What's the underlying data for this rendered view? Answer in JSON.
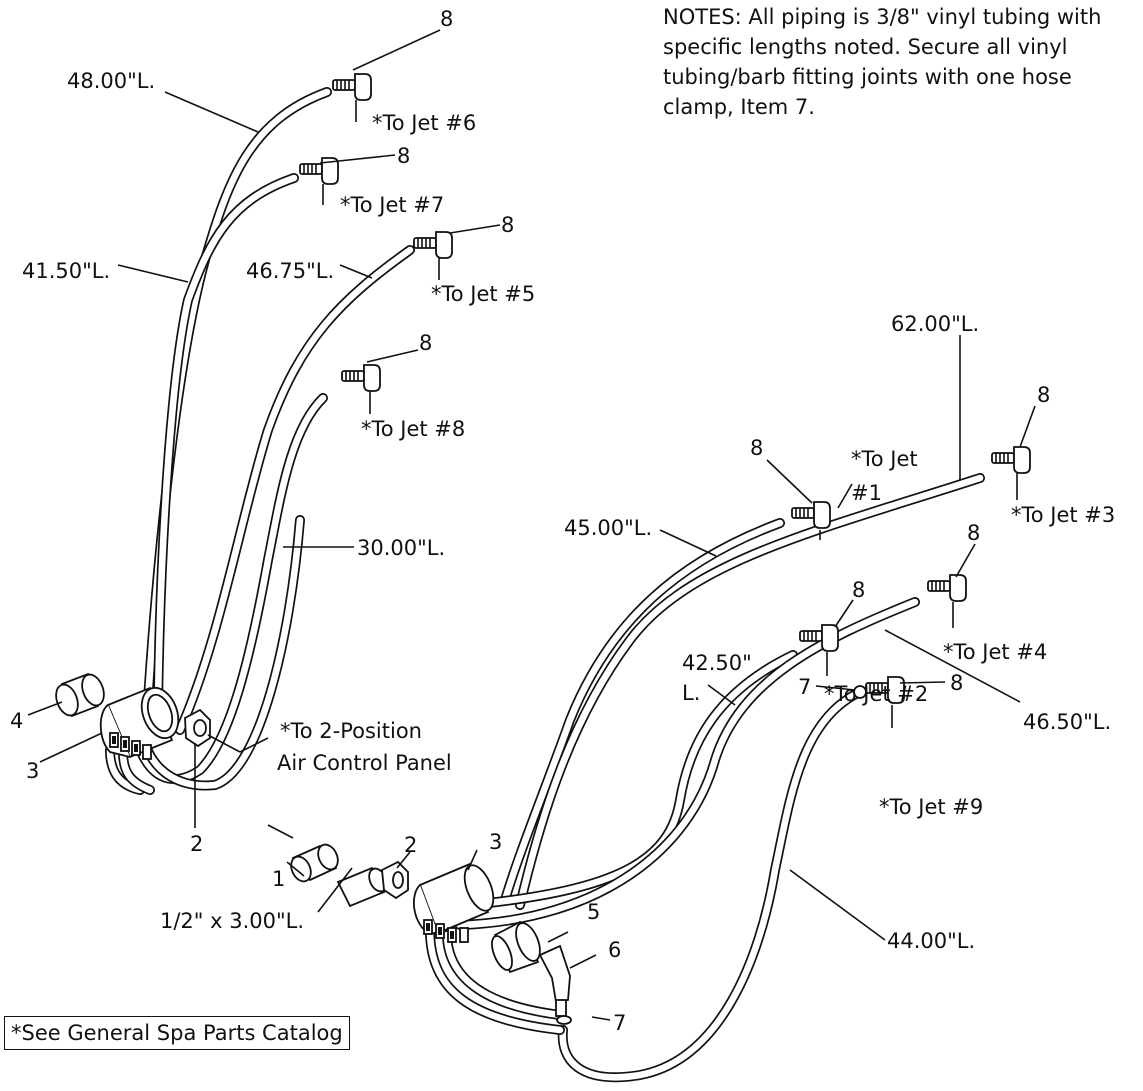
{
  "notes": "NOTES:  All piping is 3/8\" vinyl tubing with specific lengths noted.  Secure all vinyl tubing/barb fitting joints with one hose clamp, Item 7.",
  "catalog_note": "*See General Spa Parts Catalog",
  "labels": {
    "len_48": "48.00\"L.",
    "len_41_50": "41.50\"L.",
    "len_46_75": "46.75\"L.",
    "len_30": "30.00\"L.",
    "len_62": "62.00\"L.",
    "len_45": "45.00\"L.",
    "len_42_50_a": "42.50\"",
    "len_42_50_b": "L.",
    "len_46_50": "46.50\"L.",
    "len_44": "44.00\"L.",
    "pipe_half": "1/2\" x 3.00\"L.",
    "air_panel_a": "*To 2-Position",
    "air_panel_b": "Air Control Panel",
    "jet_6": "*To Jet #6",
    "jet_7": "*To Jet #7",
    "jet_5": "*To Jet #5",
    "jet_8": "*To Jet #8",
    "jet_1_a": "*To Jet",
    "jet_1_b": "#1",
    "jet_3": "*To Jet #3",
    "jet_4": "*To Jet #4",
    "jet_2": "*To Jet #2",
    "jet_9": "*To Jet #9"
  },
  "items": {
    "i8": "8",
    "i4": "4",
    "i3": "3",
    "i2": "2",
    "i1": "1",
    "i5": "5",
    "i6": "6",
    "i7": "7"
  }
}
